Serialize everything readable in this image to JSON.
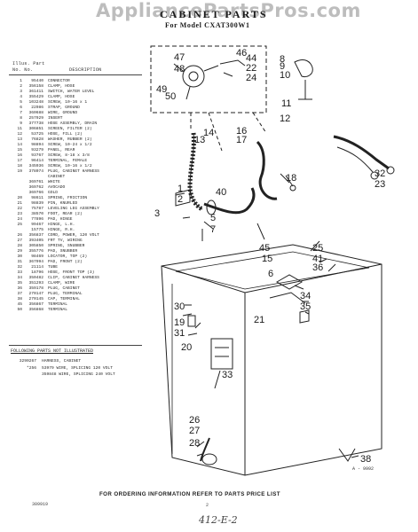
{
  "watermark": "AppliancePartsPros.com",
  "title": "CABINET PARTS",
  "model": "For Model CXAT300W1",
  "table": {
    "col_illus": "Illus. Part",
    "col_no": "No.  No.",
    "col_desc": "DESCRIPTION",
    "rows": [
      {
        "illus": "1",
        "part": "95440",
        "desc": "CONNECTOR"
      },
      {
        "illus": "2",
        "part": "356158",
        "desc": "CLAMP, HOSE"
      },
      {
        "illus": "3",
        "part": "361411",
        "desc": "SWITCH, WATER LEVEL"
      },
      {
        "illus": "4",
        "part": "355429",
        "desc": "CLAMP, HOSE"
      },
      {
        "illus": "5",
        "part": "103248",
        "desc": "SCREW, 10-16 x 1"
      },
      {
        "illus": "6",
        "part": "22986",
        "desc": "STRAP, GROUND"
      },
      {
        "illus": "7",
        "part": "360688",
        "desc": "WIRE, GROUND"
      },
      {
        "illus": "8",
        "part": "257929",
        "desc": "INSERT"
      },
      {
        "illus": "9",
        "part": "377738",
        "desc": "HOSE ASSEMBLY, DRAIN"
      },
      {
        "illus": "11",
        "part": "306851",
        "desc": "SCREEN, FILTER (2)"
      },
      {
        "illus": "12",
        "part": "53725",
        "desc": "HOSE, FILL (2)"
      },
      {
        "illus": "13",
        "part": "76828",
        "desc": "WASHER, RUBBER (2)"
      },
      {
        "illus": "14",
        "part": "98894",
        "desc": "SCREW, 10-24 x 1/2"
      },
      {
        "illus": "15",
        "part": "93279",
        "desc": "PANEL, REAR"
      },
      {
        "illus": "16",
        "part": "93767",
        "desc": "SCREW, 8-18 x 3/8"
      },
      {
        "illus": "17",
        "part": "96414",
        "desc": "TERMINAL, FEMALE"
      },
      {
        "illus": "18",
        "part": "345936",
        "desc": "SCREW, 10-16 x 1/2"
      },
      {
        "illus": "19",
        "part": "378074",
        "desc": "PLUG, CABINET HARNESS"
      },
      {
        "illus": "",
        "part": "",
        "desc": "CABINET"
      },
      {
        "illus": "",
        "part": "369761",
        "desc": "WHITE"
      },
      {
        "illus": "",
        "part": "369762",
        "desc": "AVOCADO"
      },
      {
        "illus": "",
        "part": "369766",
        "desc": "GOLD"
      },
      {
        "illus": "20",
        "part": "98611",
        "desc": "SPRING, FRICTION"
      },
      {
        "illus": "21",
        "part": "98839",
        "desc": "PIN, KNURLED"
      },
      {
        "illus": "22",
        "part": "75787",
        "desc": "LEVELING LEG ASSEMBLY"
      },
      {
        "illus": "23",
        "part": "38570",
        "desc": "FOOT, REAR (2)"
      },
      {
        "illus": "24",
        "part": "77896",
        "desc": "PAD, HINGE"
      },
      {
        "illus": "25",
        "part": "99467",
        "desc": "HINGE, L.H."
      },
      {
        "illus": "",
        "part": "15775",
        "desc": "HINGE, R.H."
      },
      {
        "illus": "26",
        "part": "356837",
        "desc": "CORD, POWER, 120 VOLT"
      },
      {
        "illus": "27",
        "part": "393405",
        "desc": "FRT TV, WIRING"
      },
      {
        "illus": "28",
        "part": "305850",
        "desc": "SPRING, SNUBBER"
      },
      {
        "illus": "29",
        "part": "355776",
        "desc": "PAD, SNUBBER"
      },
      {
        "illus": "30",
        "part": "98469",
        "desc": "LOCATOR, TOP (2)"
      },
      {
        "illus": "31",
        "part": "367994",
        "desc": "PAD, FRONT (2)"
      },
      {
        "illus": "32",
        "part": "21114",
        "desc": "TUBE"
      },
      {
        "illus": "33",
        "part": "18796",
        "desc": "HOSE, FRONT TOP (3)"
      },
      {
        "illus": "34",
        "part": "350482",
        "desc": "CLIP, CABINET HARNESS"
      },
      {
        "illus": "35",
        "part": "351293",
        "desc": "CLAMP, WIRE"
      },
      {
        "illus": "36",
        "part": "359178",
        "desc": "PLUG, CABINET"
      },
      {
        "illus": "37",
        "part": "270147",
        "desc": "PLUG, TERMINAL"
      },
      {
        "illus": "38",
        "part": "270145",
        "desc": "CAP, TERMINAL"
      },
      {
        "illus": "45",
        "part": "356867",
        "desc": "TERMINAL"
      },
      {
        "illus": "50",
        "part": "356868",
        "desc": "TERMINAL"
      }
    ]
  },
  "not_illustrated": {
    "heading": "FOLLOWING PARTS NOT ILLUSTRATED",
    "rows": [
      {
        "part": "3290267",
        "desc": "HARNESS, CABINET"
      },
      {
        "part": "*256",
        "desc": "53979 WIRE, SPLICING 120 VOLT"
      },
      {
        "part": "",
        "desc": "359848 WIRE, SPLICING 240 VOLT"
      }
    ]
  },
  "callouts": [
    "47",
    "48",
    "49",
    "50",
    "46",
    "44",
    "22",
    "24",
    "8",
    "9",
    "10",
    "11",
    "12",
    "14",
    "13",
    "16",
    "17",
    "18",
    "32",
    "23",
    "1",
    "2",
    "3",
    "40",
    "5",
    "7",
    "45",
    "15",
    "25",
    "41",
    "36",
    "6",
    "34",
    "35",
    "21",
    "30",
    "19",
    "31",
    "20",
    "33",
    "26",
    "27",
    "28",
    "38"
  ],
  "figure_ref": "A - 9992",
  "footer": "FOR ORDERING INFORMATION REFER TO PARTS PRICE LIST",
  "doc_number": "309919",
  "page_number": "2",
  "handwritten": "412-E-2",
  "colors": {
    "ink": "#222222",
    "watermark": "#bdbdbd"
  }
}
